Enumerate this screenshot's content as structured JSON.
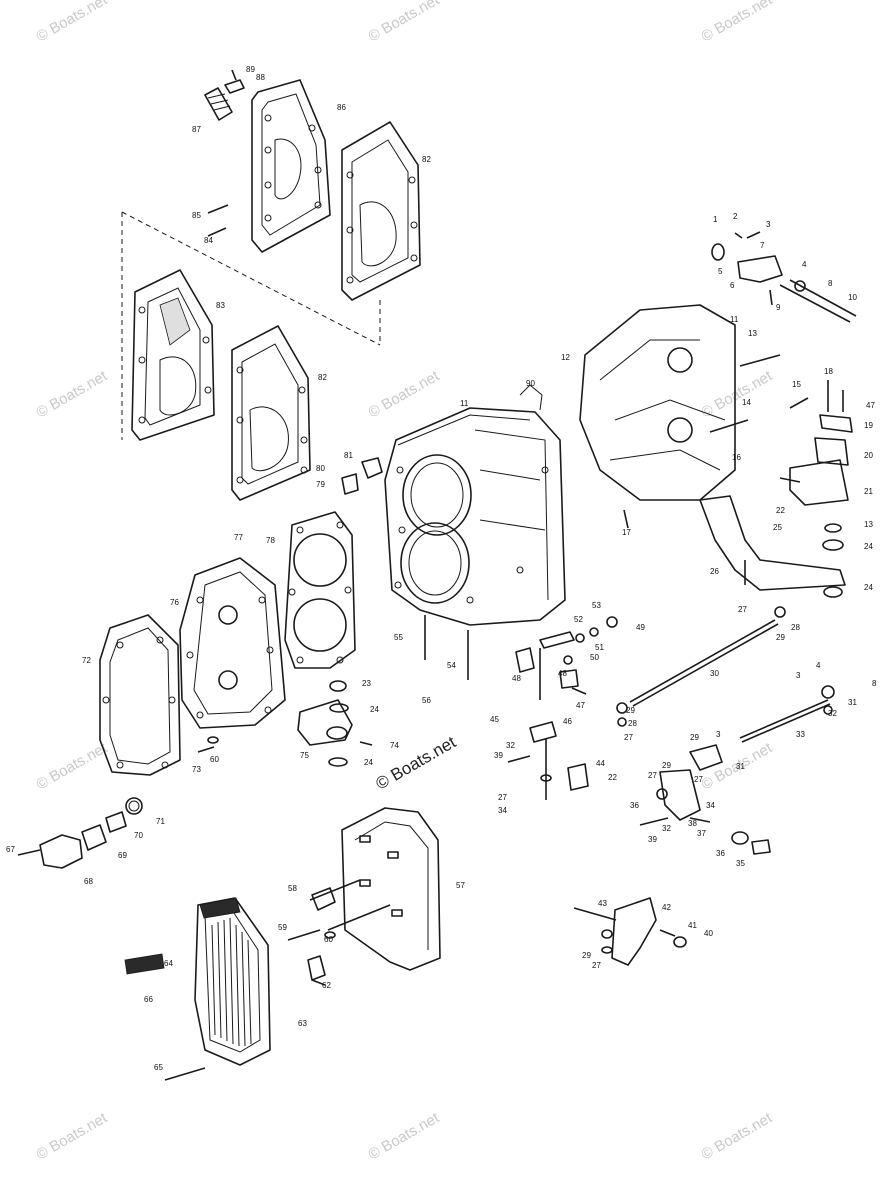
{
  "watermark": {
    "text": "© Boats.net",
    "color": "#c9c9c9",
    "center_text": "© Boats.net",
    "center_color": "#222222"
  },
  "callouts": [
    {
      "id": "c1",
      "text": "1"
    },
    {
      "id": "c2",
      "text": "2"
    },
    {
      "id": "c3",
      "text": "3"
    },
    {
      "id": "c4",
      "text": "4"
    },
    {
      "id": "c5",
      "text": "5"
    },
    {
      "id": "c6",
      "text": "6"
    },
    {
      "id": "c7",
      "text": "7"
    },
    {
      "id": "c8",
      "text": "8"
    },
    {
      "id": "c9",
      "text": "9"
    },
    {
      "id": "c10",
      "text": "10"
    },
    {
      "id": "c11",
      "text": "11"
    },
    {
      "id": "c12",
      "text": "12"
    },
    {
      "id": "c13",
      "text": "13"
    },
    {
      "id": "c13b",
      "text": "13"
    },
    {
      "id": "c14",
      "text": "14"
    },
    {
      "id": "c15",
      "text": "15"
    },
    {
      "id": "c16",
      "text": "16"
    },
    {
      "id": "c17",
      "text": "17"
    },
    {
      "id": "c18",
      "text": "18"
    },
    {
      "id": "c19",
      "text": "19"
    },
    {
      "id": "c20",
      "text": "20"
    },
    {
      "id": "c21",
      "text": "21"
    },
    {
      "id": "c22",
      "text": "22"
    },
    {
      "id": "c22b",
      "text": "22"
    },
    {
      "id": "c23",
      "text": "23"
    },
    {
      "id": "c24",
      "text": "24"
    },
    {
      "id": "c24b",
      "text": "24"
    },
    {
      "id": "c24c",
      "text": "24"
    },
    {
      "id": "c24d",
      "text": "24"
    },
    {
      "id": "c25",
      "text": "25"
    },
    {
      "id": "c26",
      "text": "26"
    },
    {
      "id": "c27",
      "text": "27"
    },
    {
      "id": "c27b",
      "text": "27"
    },
    {
      "id": "c27c",
      "text": "27"
    },
    {
      "id": "c27d",
      "text": "27"
    },
    {
      "id": "c28",
      "text": "28"
    },
    {
      "id": "c28b",
      "text": "28"
    },
    {
      "id": "c29",
      "text": "29"
    },
    {
      "id": "c29b",
      "text": "29"
    },
    {
      "id": "c29c",
      "text": "29"
    },
    {
      "id": "c30",
      "text": "30"
    },
    {
      "id": "c31",
      "text": "31"
    },
    {
      "id": "c31b",
      "text": "31"
    },
    {
      "id": "c32",
      "text": "32"
    },
    {
      "id": "c32b",
      "text": "32"
    },
    {
      "id": "c32c",
      "text": "32"
    },
    {
      "id": "c33",
      "text": "33"
    },
    {
      "id": "c34",
      "text": "34"
    },
    {
      "id": "c34b",
      "text": "34"
    },
    {
      "id": "c35",
      "text": "35"
    },
    {
      "id": "c36",
      "text": "36"
    },
    {
      "id": "c36b",
      "text": "36"
    },
    {
      "id": "c37",
      "text": "37"
    },
    {
      "id": "c38",
      "text": "38"
    },
    {
      "id": "c39",
      "text": "39"
    },
    {
      "id": "c39b",
      "text": "39"
    },
    {
      "id": "c40",
      "text": "40"
    },
    {
      "id": "c41",
      "text": "41"
    },
    {
      "id": "c42",
      "text": "42"
    },
    {
      "id": "c43",
      "text": "43"
    },
    {
      "id": "c44",
      "text": "44"
    },
    {
      "id": "c45",
      "text": "45"
    },
    {
      "id": "c46",
      "text": "46"
    },
    {
      "id": "c47",
      "text": "47"
    },
    {
      "id": "c47b",
      "text": "47"
    },
    {
      "id": "c48",
      "text": "48"
    },
    {
      "id": "c48b",
      "text": "48"
    },
    {
      "id": "c49",
      "text": "49"
    },
    {
      "id": "c50",
      "text": "50"
    },
    {
      "id": "c51",
      "text": "51"
    },
    {
      "id": "c52",
      "text": "52"
    },
    {
      "id": "c53",
      "text": "53"
    },
    {
      "id": "c54",
      "text": "54"
    },
    {
      "id": "c55",
      "text": "55"
    },
    {
      "id": "c56",
      "text": "56"
    },
    {
      "id": "c57",
      "text": "57"
    },
    {
      "id": "c58",
      "text": "58"
    },
    {
      "id": "c59",
      "text": "59"
    },
    {
      "id": "c60",
      "text": "60"
    },
    {
      "id": "c60b",
      "text": "60"
    },
    {
      "id": "c62",
      "text": "62"
    },
    {
      "id": "c63",
      "text": "63"
    },
    {
      "id": "c64",
      "text": "64"
    },
    {
      "id": "c65",
      "text": "65"
    },
    {
      "id": "c66",
      "text": "66"
    },
    {
      "id": "c67",
      "text": "67"
    },
    {
      "id": "c68",
      "text": "68"
    },
    {
      "id": "c69",
      "text": "69"
    },
    {
      "id": "c70",
      "text": "70"
    },
    {
      "id": "c71",
      "text": "71"
    },
    {
      "id": "c72",
      "text": "72"
    },
    {
      "id": "c73",
      "text": "73"
    },
    {
      "id": "c74",
      "text": "74"
    },
    {
      "id": "c75",
      "text": "75"
    },
    {
      "id": "c76",
      "text": "76"
    },
    {
      "id": "c77",
      "text": "77"
    },
    {
      "id": "c78",
      "text": "78"
    },
    {
      "id": "c79",
      "text": "79"
    },
    {
      "id": "c80",
      "text": "80"
    },
    {
      "id": "c81",
      "text": "81"
    },
    {
      "id": "c82",
      "text": "82"
    },
    {
      "id": "c82b",
      "text": "82"
    },
    {
      "id": "c83",
      "text": "83"
    },
    {
      "id": "c84",
      "text": "84"
    },
    {
      "id": "c85",
      "text": "85"
    },
    {
      "id": "c86",
      "text": "86"
    },
    {
      "id": "c87",
      "text": "87"
    },
    {
      "id": "c88",
      "text": "88"
    },
    {
      "id": "c89",
      "text": "89"
    },
    {
      "id": "c90",
      "text": "90"
    }
  ]
}
